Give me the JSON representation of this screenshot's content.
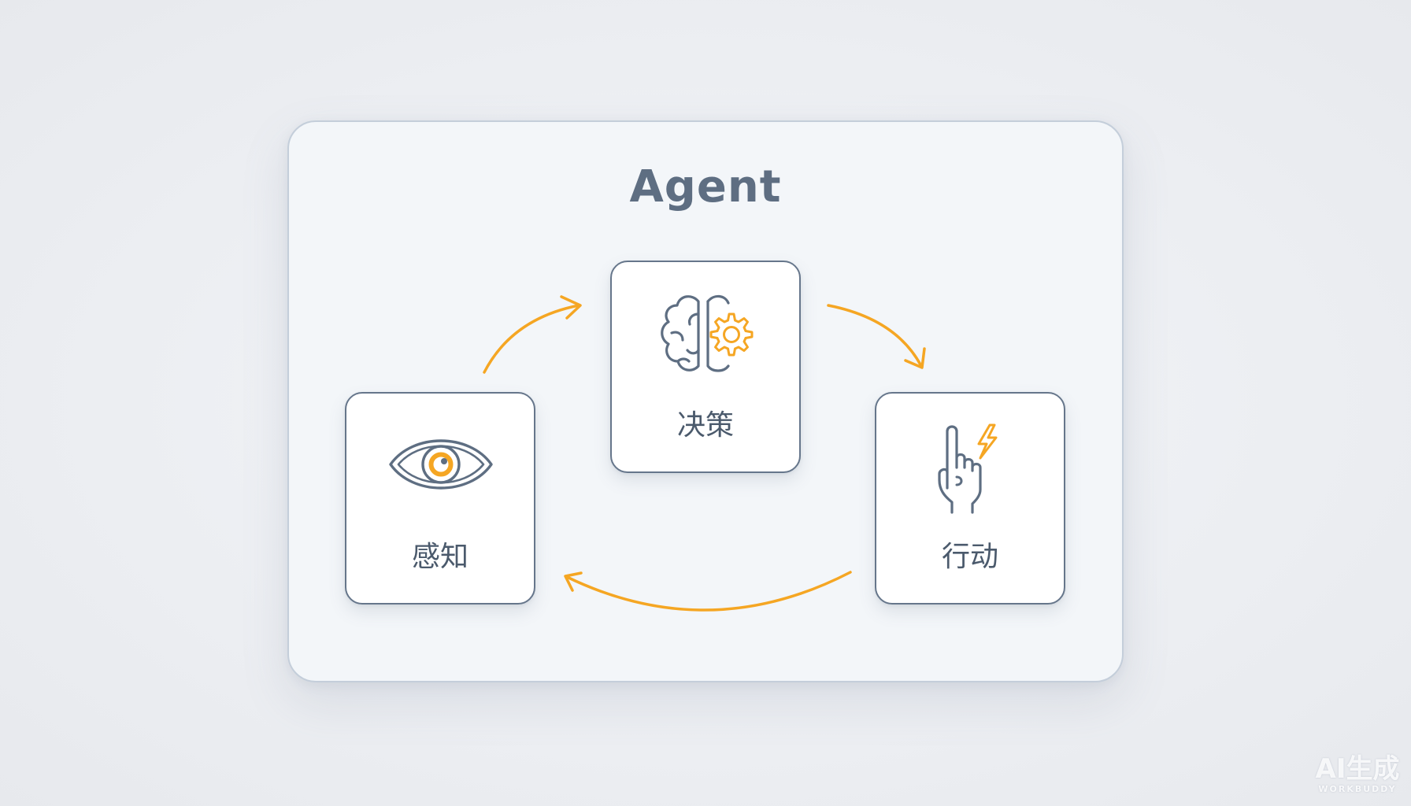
{
  "diagram": {
    "title": "Agent",
    "nodes": [
      {
        "id": "decide",
        "label": "决策",
        "icon": "brain-gear-icon"
      },
      {
        "id": "perceive",
        "label": "感知",
        "icon": "eye-icon"
      },
      {
        "id": "act",
        "label": "行动",
        "icon": "hand-lightning-icon"
      }
    ],
    "edges": [
      {
        "from": "perceive",
        "to": "decide"
      },
      {
        "from": "decide",
        "to": "act"
      },
      {
        "from": "act",
        "to": "perceive"
      }
    ]
  },
  "watermark": {
    "main": "AI生成",
    "sub": "WORKBUDDY"
  },
  "colors": {
    "outline": "#5e6e82",
    "accent": "#f5a623",
    "card_border": "#66768b",
    "panel_border": "#c4ceda"
  }
}
